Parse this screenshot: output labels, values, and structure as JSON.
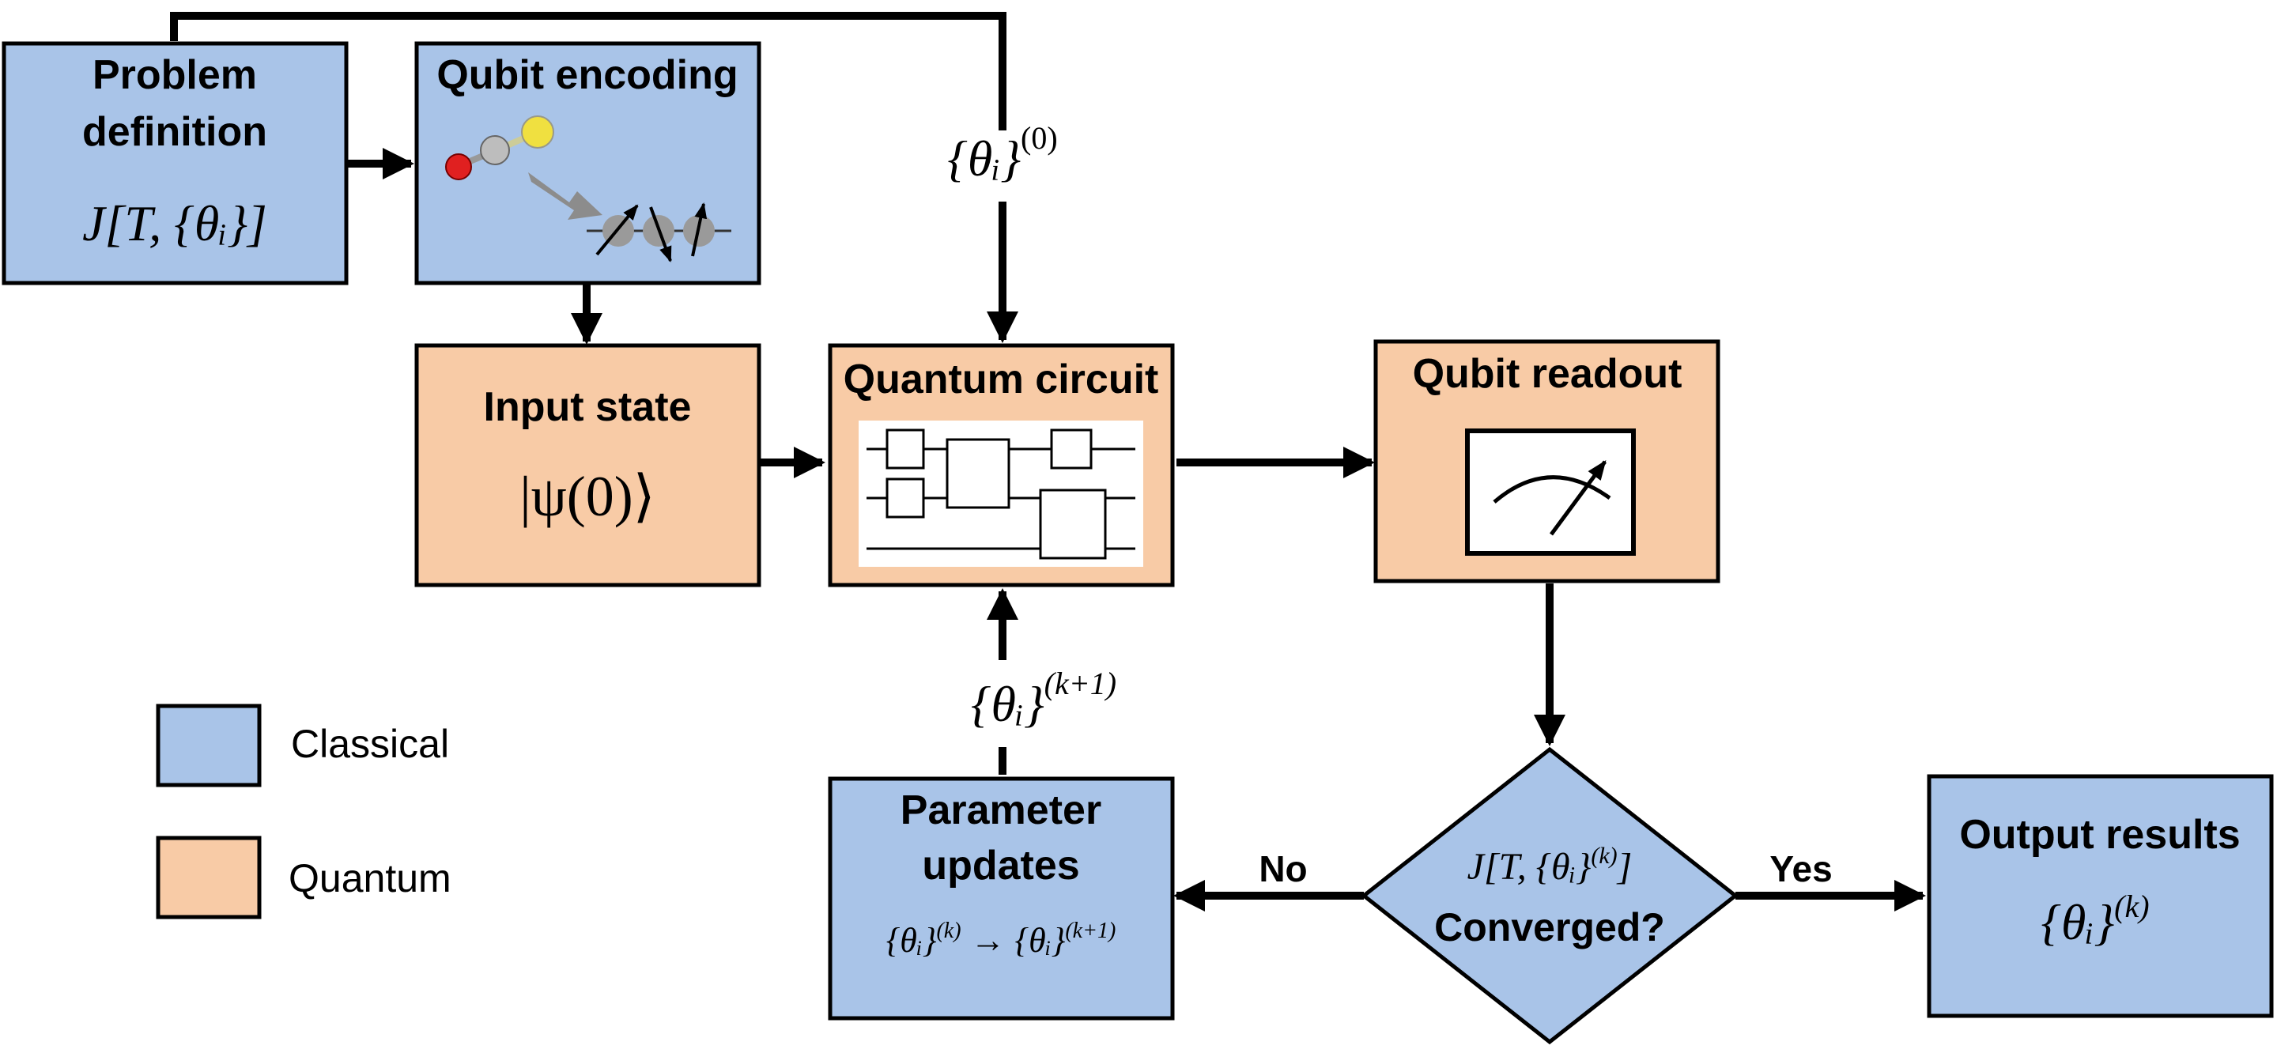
{
  "colors": {
    "classical": "#a9c4e8",
    "quantum": "#f8cba6",
    "stroke": "#000000"
  },
  "boxes": {
    "problem_definition": {
      "title_line1": "Problem",
      "title_line2": "definition",
      "formula": "J[T, {θᵢ}]"
    },
    "qubit_encoding": {
      "title": "Qubit encoding",
      "illustration": "molecule-to-spins-icon"
    },
    "input_state": {
      "title": "Input state",
      "formula": "|ψ(0)⟩"
    },
    "quantum_circuit": {
      "title": "Quantum circuit",
      "illustration": "circuit-icon"
    },
    "qubit_readout": {
      "title": "Qubit readout",
      "illustration": "meter-icon"
    },
    "parameter_updates": {
      "title_line1": "Parameter",
      "title_line2": "updates",
      "formula_left": "{θᵢ}",
      "formula_left_sup": "(k)",
      "formula_arrow": "→",
      "formula_right": "{θᵢ}",
      "formula_right_sup": "(k+1)"
    },
    "convergence": {
      "formula": "J[T, {θᵢ}",
      "formula_sup": "(k)",
      "formula_close": "]",
      "question": "Converged?"
    },
    "output_results": {
      "title": "Output results",
      "formula": "{θᵢ}",
      "formula_sup": "(k)"
    }
  },
  "edge_labels": {
    "initial_params": "{θᵢ}",
    "initial_params_sup": "(0)",
    "updated_params": "{θᵢ}",
    "updated_params_sup": "(k+1)",
    "no": "No",
    "yes": "Yes"
  },
  "legend": [
    {
      "label": "Classical",
      "color": "#a9c4e8"
    },
    {
      "label": "Quantum",
      "color": "#f8cba6"
    }
  ]
}
